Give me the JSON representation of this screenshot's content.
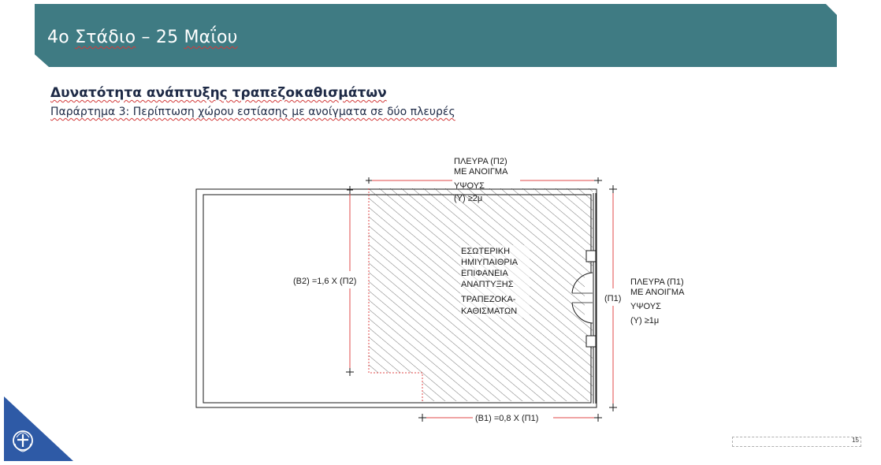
{
  "header": {
    "title_prefix": "4ο ",
    "title_word": "Στάδιο",
    "title_suffix": " – 25 ",
    "title_month": "Μαΐου",
    "bg_color": "#3f7b83"
  },
  "section": {
    "heading": "Δυνατότητα ανάπτυξης τραπεζοκαθισμάτων",
    "subheading": "Παράρτημα 3: Περίπτωση χώρου εστίασης με ανοίγματα σε δύο πλευρές"
  },
  "diagram": {
    "label_p2": [
      "ΠΛΕΥΡΑ (Π2)",
      "ΜΕ ΑΝΟΙΓΜΑ",
      "ΥΨΟΥΣ",
      "(Υ) ≥2μ"
    ],
    "label_area": [
      "ΕΣΩΤΕΡΙΚΗ",
      "ΗΜΙΥΠΑΙΘΡΙΑ",
      "ΕΠΙΦΑΝΕΙΑ",
      "ΑΝΑΠΤΥΞΗΣ",
      "ΤΡΑΠΕΖΟΚΑ-",
      "ΚΑΘΙΣΜΑΤΩΝ"
    ],
    "label_b2": "(Β2) =1,6 Χ (Π2)",
    "label_p1_short": "(Π1)",
    "label_p1": [
      "ΠΛΕΥΡΑ (Π1)",
      "ΜΕ ΑΝΟΙΓΜΑ",
      "ΥΨΟΥΣ",
      "(Υ) ≥1μ"
    ],
    "label_b1": "(Β1) =0,8 Χ (Π1)",
    "dimension_color": "#e04848"
  },
  "footer": {
    "page_number": "15",
    "logo_icon": "greek-state-emblem-icon",
    "logo_color": "#2e5aa6"
  }
}
